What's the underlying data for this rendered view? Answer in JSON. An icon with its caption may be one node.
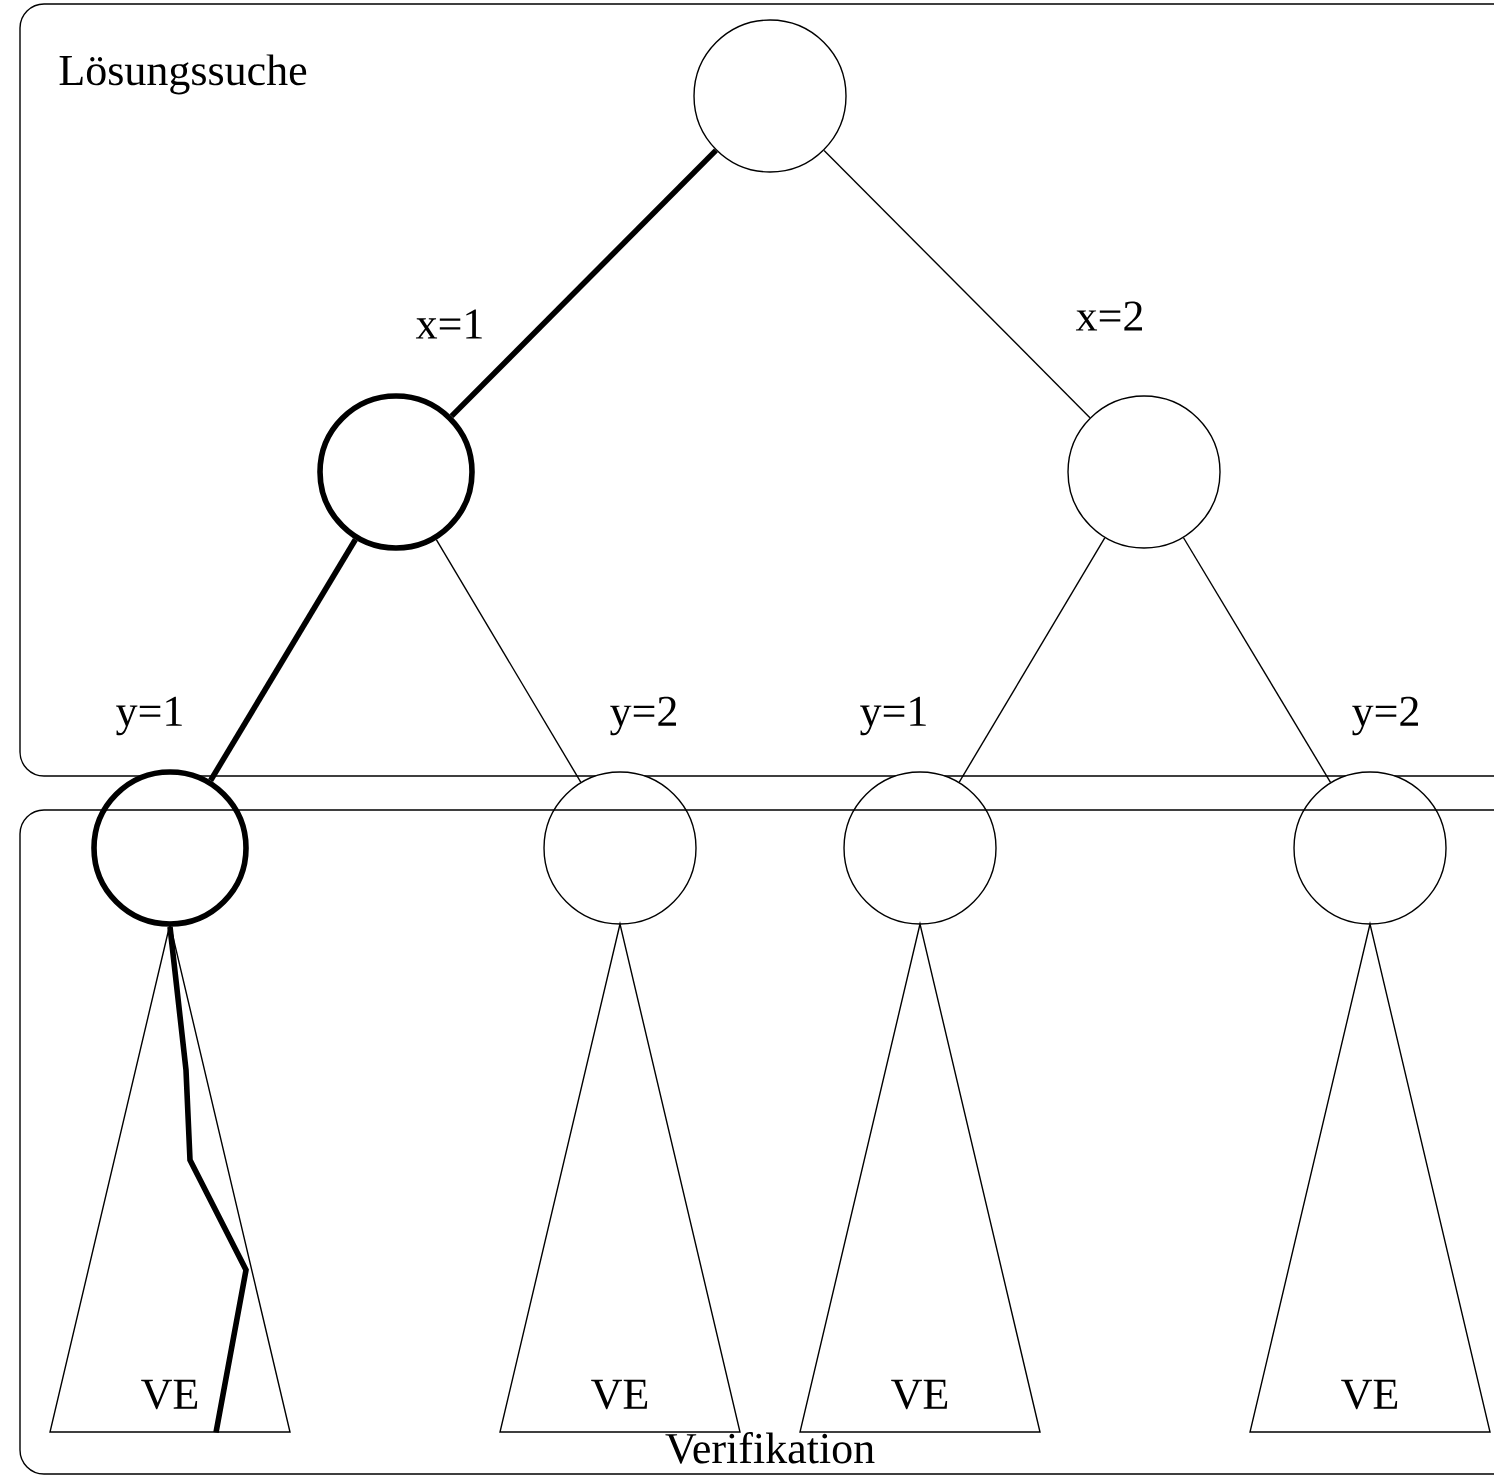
{
  "diagram": {
    "nodes": [
      {
        "text": [
          "Lösungssuche"
        ]
      },
      {
        "text": [],
        "shape": "circle",
        "in": 0
      },
      {
        "text": [],
        "shape": "circle",
        "in": 0
      },
      {
        "text": [],
        "shape": "circle",
        "in": 0
      },
      {
        "text": [],
        "shape": "circle"
      },
      {
        "text": [],
        "shape": "circle"
      },
      {
        "text": [],
        "shape": "circle"
      },
      {
        "text": [],
        "shape": "circle"
      },
      {
        "text": [
          "Verifikation"
        ]
      },
      {
        "text": [
          "VE"
        ],
        "in": 8
      },
      {
        "text": [
          "VE"
        ],
        "in": 8
      },
      {
        "text": [
          "VE"
        ],
        "in": 8
      },
      {
        "text": [
          "VE"
        ],
        "in": 8
      }
    ],
    "edges": [
      {
        "from": 1,
        "to": 2,
        "arrow": "none",
        "label": "x=1",
        "style": "thick"
      },
      {
        "from": 1,
        "to": 3,
        "arrow": "none",
        "label": "x=2"
      },
      {
        "from": 2,
        "to": 4,
        "arrow": "none",
        "label": "y=1",
        "style": "thick"
      },
      {
        "from": 2,
        "to": 5,
        "arrow": "none",
        "label": "y=2"
      },
      {
        "from": 3,
        "to": 6,
        "arrow": "none",
        "label": "y=1"
      },
      {
        "from": 3,
        "to": 7,
        "arrow": "none",
        "label": "y=2"
      },
      {
        "from": 4,
        "to": 9,
        "arrow": "none",
        "style": "thick"
      }
    ]
  }
}
